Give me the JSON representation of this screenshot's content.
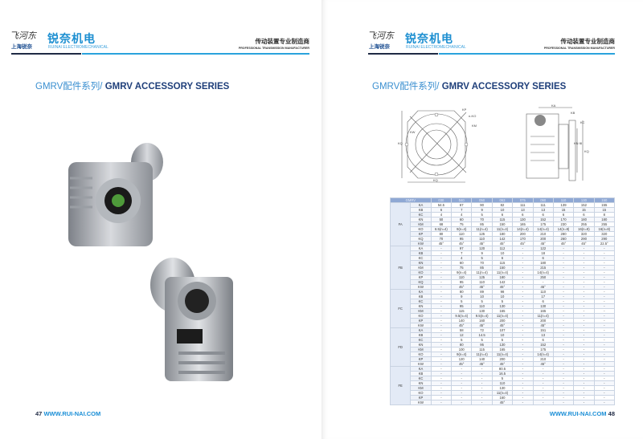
{
  "header": {
    "signature": "飞河东",
    "brand_sub": "上海锐奈",
    "brand_cn": "锐奈机电",
    "brand_en": "RUINAI ELECTROMECHANICAL",
    "tagline_cn": "传动装置专业制造商",
    "tagline_en": "PROFESSIONAL TRANSMISSION MANUFACTURER"
  },
  "title": {
    "cn": "GMRV配件系列/ ",
    "en": "GMRV ACCESSORY SERIES"
  },
  "footer_left": {
    "page": "47",
    "url": "WWW.RUI-NAI.COM"
  },
  "footer_right": {
    "page": "48",
    "url": "WWW.RUI-NAI.COM"
  },
  "diagram_labels": {
    "kp": "KP",
    "nko": "n-KO",
    "km": "KM",
    "kw": "KW",
    "kq1": "KQ",
    "kq2": "KQ",
    "ka": "KA",
    "kb": "KB",
    "kc": "KC",
    "kn": "KN f8",
    "kq3": "KQ"
  },
  "colors": {
    "accent": "#2aa3dc",
    "dark": "#1f2a44",
    "table_header": "#8fa8d4"
  },
  "table": {
    "headers": [
      "GMRV",
      "030",
      "040",
      "050",
      "063",
      "075",
      "090",
      "110",
      "130",
      "150"
    ],
    "groups": [
      {
        "name": "FA",
        "rows": [
          [
            "KA",
            "54.5",
            "67",
            "90",
            "82",
            "111",
            "111",
            "139",
            "152",
            "155"
          ],
          [
            "KB",
            "6",
            "7",
            "9",
            "10",
            "13",
            "13",
            "15",
            "15",
            "15"
          ],
          [
            "KC",
            "4",
            "4",
            "5",
            "6",
            "6",
            "6",
            "6",
            "6",
            "8"
          ],
          [
            "KN",
            "50",
            "60",
            "70",
            "115",
            "130",
            "152",
            "170",
            "180",
            "180"
          ],
          [
            "KM",
            "68",
            "75",
            "85",
            "150",
            "165",
            "175",
            "230",
            "255",
            "255"
          ],
          [
            "KO",
            "6.5(n=4)",
            "9(n=4)",
            "11(n=4)",
            "11(n=4)",
            "14(n=4)",
            "14(n=4)",
            "14(n=8)",
            "16(n=8)",
            "16(n=8)"
          ],
          [
            "KP",
            "80",
            "110",
            "125",
            "180",
            "200",
            "210",
            "280",
            "320",
            "320"
          ],
          [
            "KQ",
            "70",
            "95",
            "110",
            "142",
            "170",
            "200",
            "260",
            "290",
            "290"
          ],
          [
            "KW",
            "45°",
            "45°",
            "45°",
            "45°",
            "45°",
            "45°",
            "45°",
            "45°",
            "22.5°"
          ]
        ]
      },
      {
        "name": "FB",
        "rows": [
          [
            "KA",
            "-",
            "97",
            "120",
            "112",
            "-",
            "122",
            "-",
            "-",
            "-"
          ],
          [
            "KB",
            "-",
            "7",
            "9",
            "10",
            "-",
            "18",
            "-",
            "-",
            "-"
          ],
          [
            "KC",
            "-",
            "4",
            "5",
            "6",
            "-",
            "6",
            "-",
            "-",
            "-"
          ],
          [
            "KN",
            "-",
            "60",
            "70",
            "115",
            "-",
            "180",
            "-",
            "-",
            "-"
          ],
          [
            "KM",
            "-",
            "75",
            "85",
            "150",
            "-",
            "215",
            "-",
            "-",
            "-"
          ],
          [
            "KO",
            "-",
            "9(n=4)",
            "11(n=4)",
            "11(n=4)",
            "-",
            "14(n=4)",
            "-",
            "-",
            "-"
          ],
          [
            "KP",
            "-",
            "110",
            "125",
            "180",
            "-",
            "250",
            "-",
            "-",
            "-"
          ],
          [
            "KQ",
            "-",
            "95",
            "110",
            "142",
            "-",
            "-",
            "-",
            "-",
            "-"
          ],
          [
            "KW",
            "-",
            "45°",
            "45°",
            "45°",
            "-",
            "45°",
            "-",
            "-",
            "-"
          ]
        ]
      },
      {
        "name": "FC",
        "rows": [
          [
            "KA",
            "-",
            "80",
            "89",
            "98",
            "-",
            "110",
            "-",
            "-",
            "-"
          ],
          [
            "KB",
            "-",
            "9",
            "10",
            "10",
            "-",
            "17",
            "-",
            "-",
            "-"
          ],
          [
            "KC",
            "-",
            "5",
            "5",
            "5",
            "-",
            "6",
            "-",
            "-",
            "-"
          ],
          [
            "KN",
            "-",
            "95",
            "110",
            "130",
            "-",
            "130",
            "-",
            "-",
            "-"
          ],
          [
            "KM",
            "-",
            "115",
            "130",
            "165",
            "-",
            "165",
            "-",
            "-",
            "-"
          ],
          [
            "KO",
            "-",
            "9.5(n=4)",
            "9.5(n=4)",
            "11(n=4)",
            "-",
            "11(n=4)",
            "-",
            "-",
            "-"
          ],
          [
            "KP",
            "-",
            "140",
            "160",
            "200",
            "-",
            "200",
            "-",
            "-",
            "-"
          ],
          [
            "KW",
            "-",
            "45°",
            "45°",
            "45°",
            "-",
            "45°",
            "-",
            "-",
            "-"
          ]
        ]
      },
      {
        "name": "FD",
        "rows": [
          [
            "KA",
            "-",
            "58",
            "72",
            "107",
            "-",
            "151",
            "-",
            "-",
            "-"
          ],
          [
            "KB",
            "-",
            "12",
            "14.5",
            "10",
            "-",
            "13",
            "-",
            "-",
            "-"
          ],
          [
            "KC",
            "-",
            "5",
            "5",
            "5",
            "-",
            "6",
            "-",
            "-",
            "-"
          ],
          [
            "KN",
            "-",
            "80",
            "95",
            "130",
            "-",
            "152",
            "-",
            "-",
            "-"
          ],
          [
            "KM",
            "-",
            "100",
            "115",
            "165",
            "-",
            "175",
            "-",
            "-",
            "-"
          ],
          [
            "KO",
            "-",
            "9(n=4)",
            "11(n=4)",
            "11(n=4)",
            "-",
            "14(n=4)",
            "-",
            "-",
            "-"
          ],
          [
            "KP",
            "-",
            "120",
            "140",
            "200",
            "-",
            "210",
            "-",
            "-",
            "-"
          ],
          [
            "KW",
            "-",
            "45°",
            "45°",
            "45°",
            "-",
            "45°",
            "-",
            "-",
            "-"
          ]
        ]
      },
      {
        "name": "FE",
        "rows": [
          [
            "KA",
            "-",
            "-",
            "-",
            "80.5",
            "-",
            "-",
            "-",
            "-",
            "-"
          ],
          [
            "KB",
            "-",
            "-",
            "-",
            "16.5",
            "-",
            "-",
            "-",
            "-",
            "-"
          ],
          [
            "KC",
            "-",
            "-",
            "-",
            "5",
            "-",
            "-",
            "-",
            "-",
            "-"
          ],
          [
            "KN",
            "-",
            "-",
            "-",
            "110",
            "-",
            "-",
            "-",
            "-",
            "-"
          ],
          [
            "KM",
            "-",
            "-",
            "-",
            "130",
            "-",
            "-",
            "-",
            "-",
            "-"
          ],
          [
            "KO",
            "-",
            "-",
            "-",
            "11(n=4)",
            "-",
            "-",
            "-",
            "-",
            "-"
          ],
          [
            "KP",
            "-",
            "-",
            "-",
            "160",
            "-",
            "-",
            "-",
            "-",
            "-"
          ],
          [
            "KW",
            "-",
            "-",
            "-",
            "45°",
            "-",
            "-",
            "-",
            "-",
            "-"
          ]
        ]
      }
    ]
  }
}
